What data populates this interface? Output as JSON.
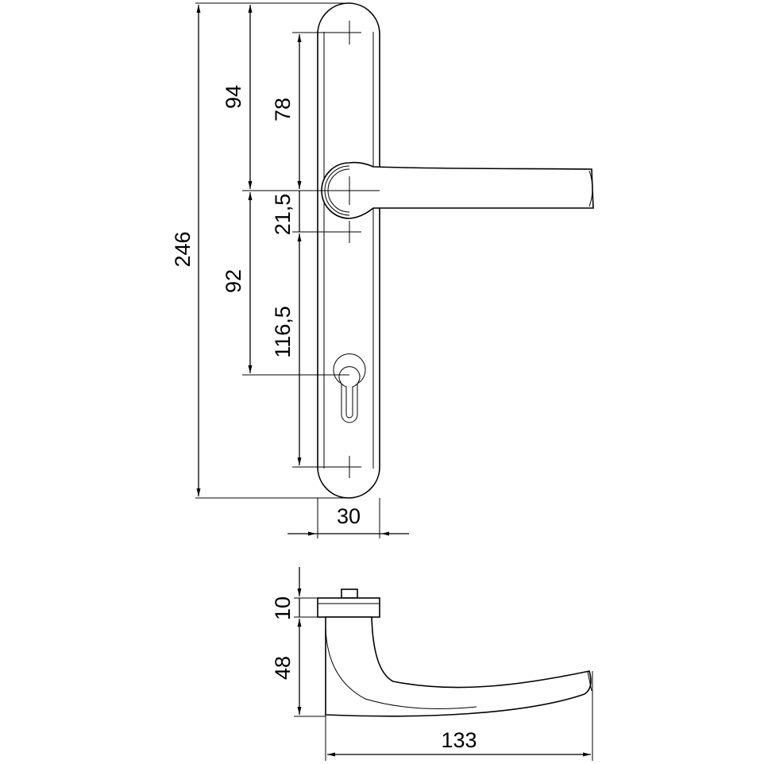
{
  "dimensions": {
    "overall_height": "246",
    "top_to_spindle": "94",
    "screw_to_spindle": "78",
    "spindle_to_screw": "21,5",
    "spindle_to_cylinder": "92",
    "screw_to_bottom_screw": "116,5",
    "plate_width": "30",
    "rose_height": "10",
    "lever_height": "48",
    "lever_length": "133"
  }
}
